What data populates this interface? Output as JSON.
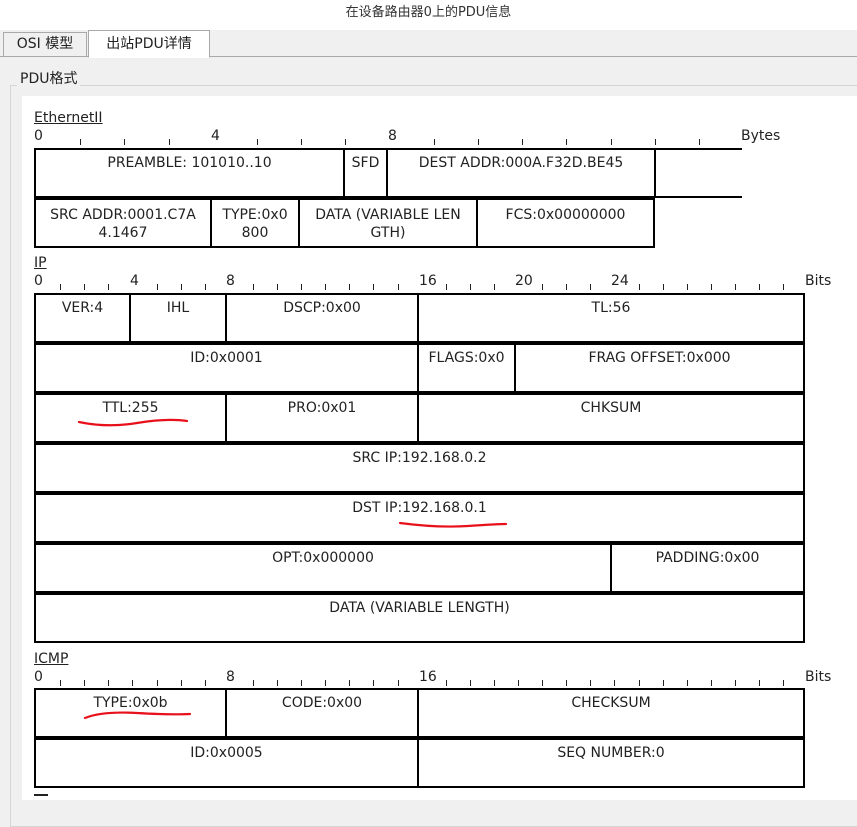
{
  "window": {
    "title": "在设备路由器0上的PDU信息"
  },
  "tabs": [
    {
      "label": "OSI 模型"
    },
    {
      "label": "出站PDU详情"
    }
  ],
  "pdu_format_label": "PDU格式",
  "ethernet": {
    "label": "EthernetII",
    "ruler": [
      "0",
      "4",
      "8"
    ],
    "unit": "Bytes",
    "row1": {
      "preamble": "PREAMBLE: 101010..10",
      "sfd": "SFD",
      "dest": "DEST ADDR:000A.F32D.BE45"
    },
    "row2": {
      "src_line1": "SRC ADDR:0001.C7A",
      "src_line2": "4.1467",
      "type_line1": "TYPE:0x0",
      "type_line2": "800",
      "data_line1": "DATA (VARIABLE LEN",
      "data_line2": "GTH)",
      "fcs": "FCS:0x00000000"
    }
  },
  "ip": {
    "label": "IP",
    "ruler": [
      "0",
      "4",
      "8",
      "16",
      "20",
      "24"
    ],
    "unit": "Bits",
    "ver": "VER:4",
    "ihl": "IHL",
    "dscp": "DSCP:0x00",
    "tl": "TL:56",
    "id": "ID:0x0001",
    "flags": "FLAGS:0x0",
    "frag": "FRAG OFFSET:0x000",
    "ttl": "TTL:255",
    "pro": "PRO:0x01",
    "chksum": "CHKSUM",
    "src": "SRC IP:192.168.0.2",
    "dst": "DST IP:192.168.0.1",
    "opt": "OPT:0x000000",
    "padding": "PADDING:0x00",
    "data": "DATA (VARIABLE LENGTH)"
  },
  "icmp": {
    "label": "ICMP",
    "ruler": [
      "0",
      "8",
      "16"
    ],
    "unit": "Bits",
    "type": "TYPE:0x0b",
    "code": "CODE:0x00",
    "checksum": "CHECKSUM",
    "id": "ID:0x0005",
    "seq": "SEQ NUMBER:0"
  },
  "colors": {
    "annotation": "#e8101a"
  }
}
